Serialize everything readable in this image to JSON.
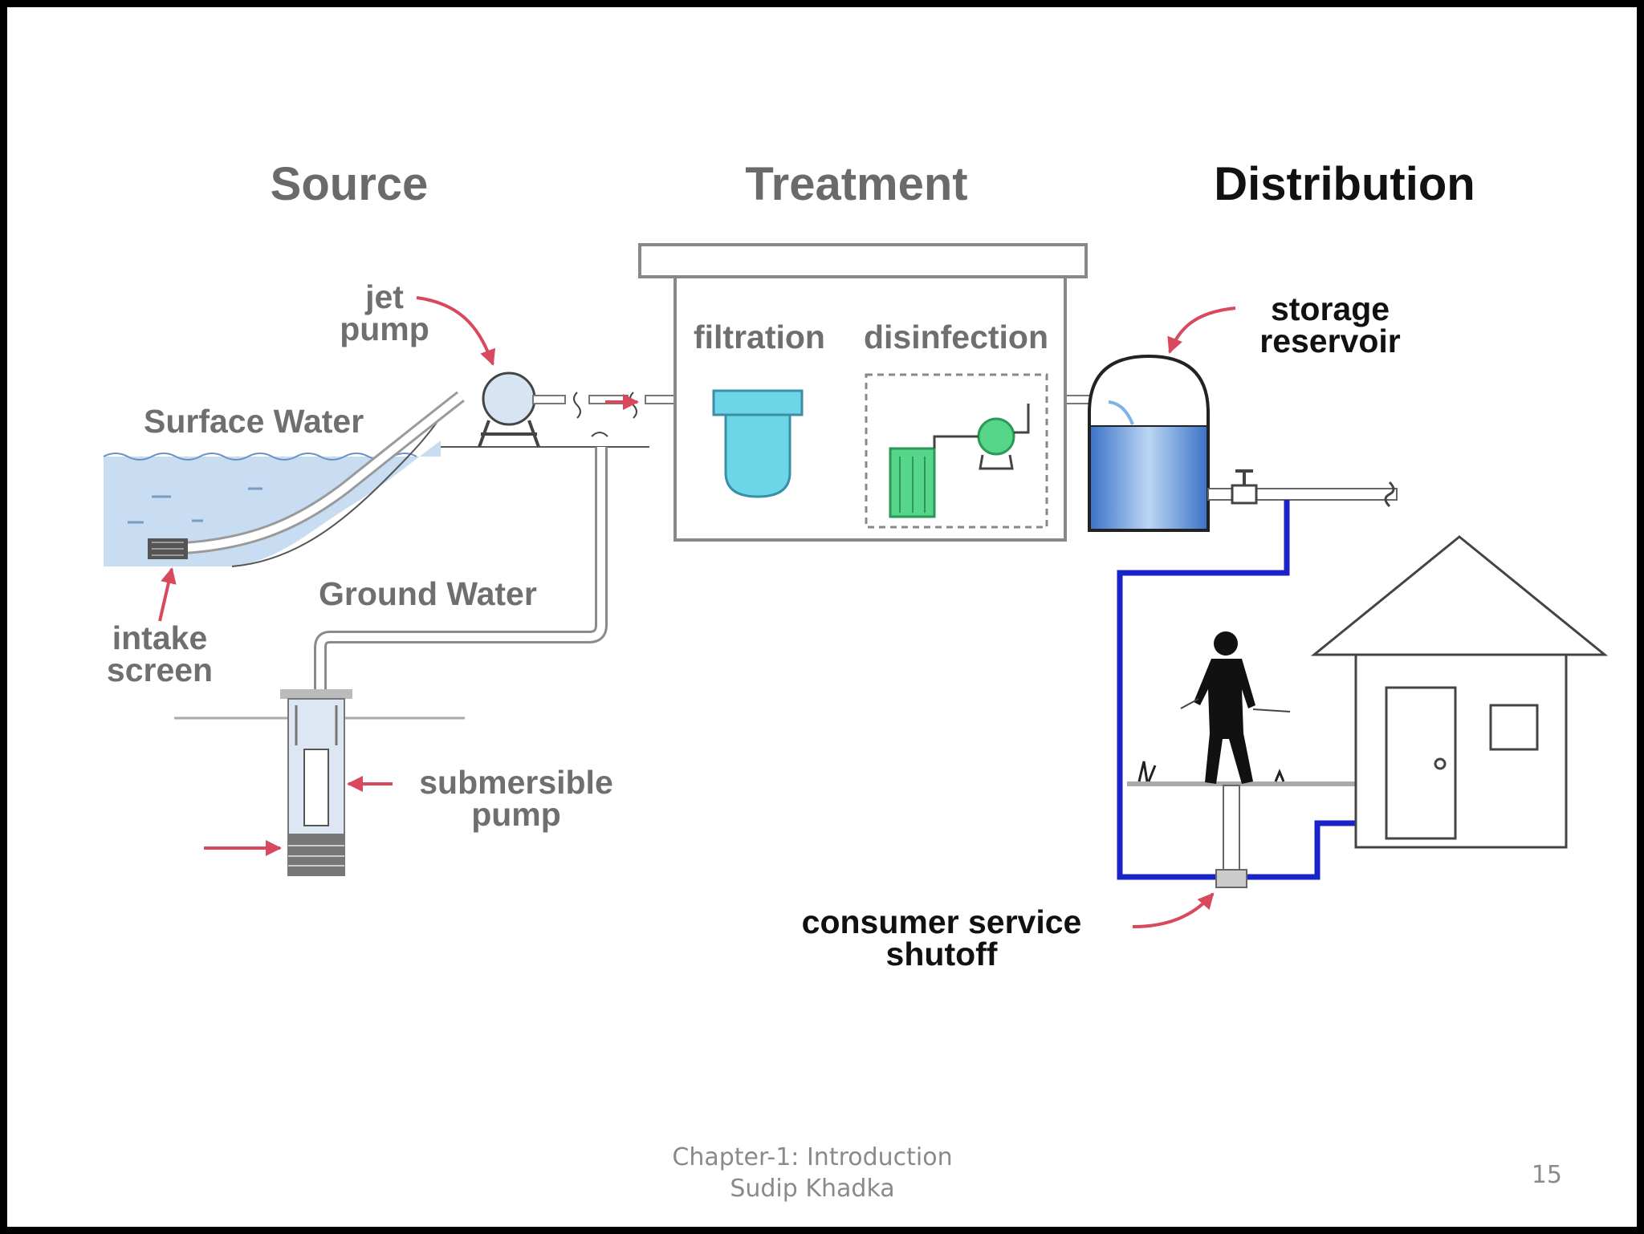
{
  "sections": {
    "source": "Source",
    "treatment": "Treatment",
    "distribution": "Distribution"
  },
  "labels": {
    "jet_pump_line1": "jet",
    "jet_pump_line2": "pump",
    "surface_water": "Surface Water",
    "intake_screen_line1": "intake",
    "intake_screen_line2": "screen",
    "ground_water": "Ground Water",
    "submersible_pump_line1": "submersible",
    "submersible_pump_line2": "pump",
    "filtration": "filtration",
    "disinfection": "disinfection",
    "storage_reservoir_line1": "storage",
    "storage_reservoir_line2": "reservoir",
    "consumer_shutoff_line1": "consumer service",
    "consumer_shutoff_line2": "shutoff"
  },
  "footer": {
    "chapter": "Chapter-1: Introduction",
    "author": "Sudip Khadka",
    "page_number": "15"
  },
  "colors": {
    "arrow": "#d9495e",
    "water": "#7fb2e6",
    "filter": "#6dd5e8",
    "disinfection": "#55d68a",
    "service_pipe": "#1a23c8",
    "text_gray": "#6f6f6f"
  }
}
